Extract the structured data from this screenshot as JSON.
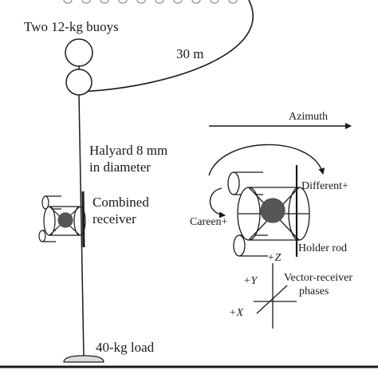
{
  "labels": {
    "buoys": "Two 12-kg buoys",
    "rope_length": "30 m",
    "halyard_line1": "Halyard 8 mm",
    "halyard_line2": "in diameter",
    "receiver_line1": "Combined",
    "receiver_line2": "receiver",
    "load": "40-kg load",
    "azimuth": "Azimuth",
    "different": "Different+",
    "careen": "Careen+",
    "holder_rod": "Holder rod",
    "axis_z": "+Z",
    "axis_y": "+Y",
    "axis_x": "+X",
    "phases_line1": "Vector-receiver",
    "phases_line2": "phases"
  },
  "colors": {
    "ink": "#1a1a1a",
    "sphere": "#555555"
  }
}
